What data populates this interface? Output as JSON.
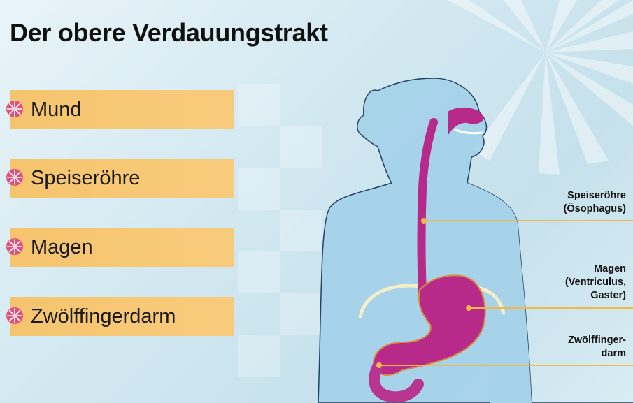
{
  "title": "Der obere Verdauungstrakt",
  "list": {
    "items": [
      {
        "label": "Mund"
      },
      {
        "label": "Speiseröhre"
      },
      {
        "label": "Magen"
      },
      {
        "label": "Zwölffingerdarm"
      }
    ],
    "bullet_icon": "pink-flower-bullet",
    "box_color": "#f7c675",
    "bullet_color": "#e2507a"
  },
  "diagram": {
    "body_color": "#a6d3ea",
    "tract_color": "#b82a8a",
    "callout_line_color": "#f2b84a",
    "callouts": [
      {
        "lines": [
          "Speiseröhre",
          "(Ösophagus)"
        ]
      },
      {
        "lines": [
          "Magen",
          "(Ventriculus,",
          "Gaster)"
        ]
      },
      {
        "lines": [
          "Zwölffinger-",
          "darm"
        ]
      }
    ]
  }
}
